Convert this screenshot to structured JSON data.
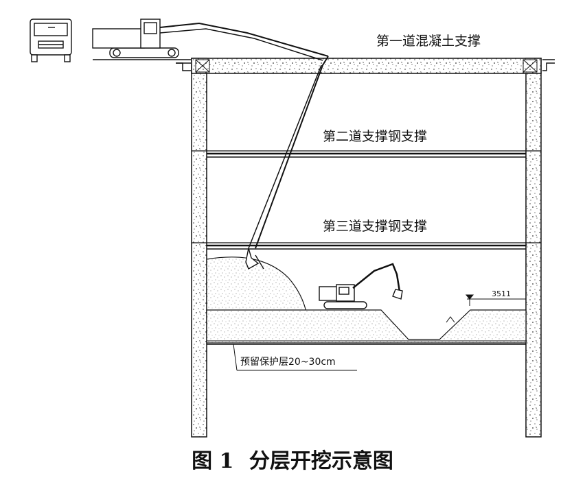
{
  "diagram": {
    "labels": {
      "strut_1": "第一道混凝土支撑",
      "strut_2": "第二道支撑钢支撑",
      "strut_3": "第三道支撑钢支撑",
      "protective_layer": "预留保护层20~30cm",
      "elevation": "3511"
    }
  },
  "caption": {
    "figure_no": "图 1",
    "title": "分层开挖示意图"
  },
  "colors": {
    "line": "#111111",
    "fill": "#ffffff"
  }
}
